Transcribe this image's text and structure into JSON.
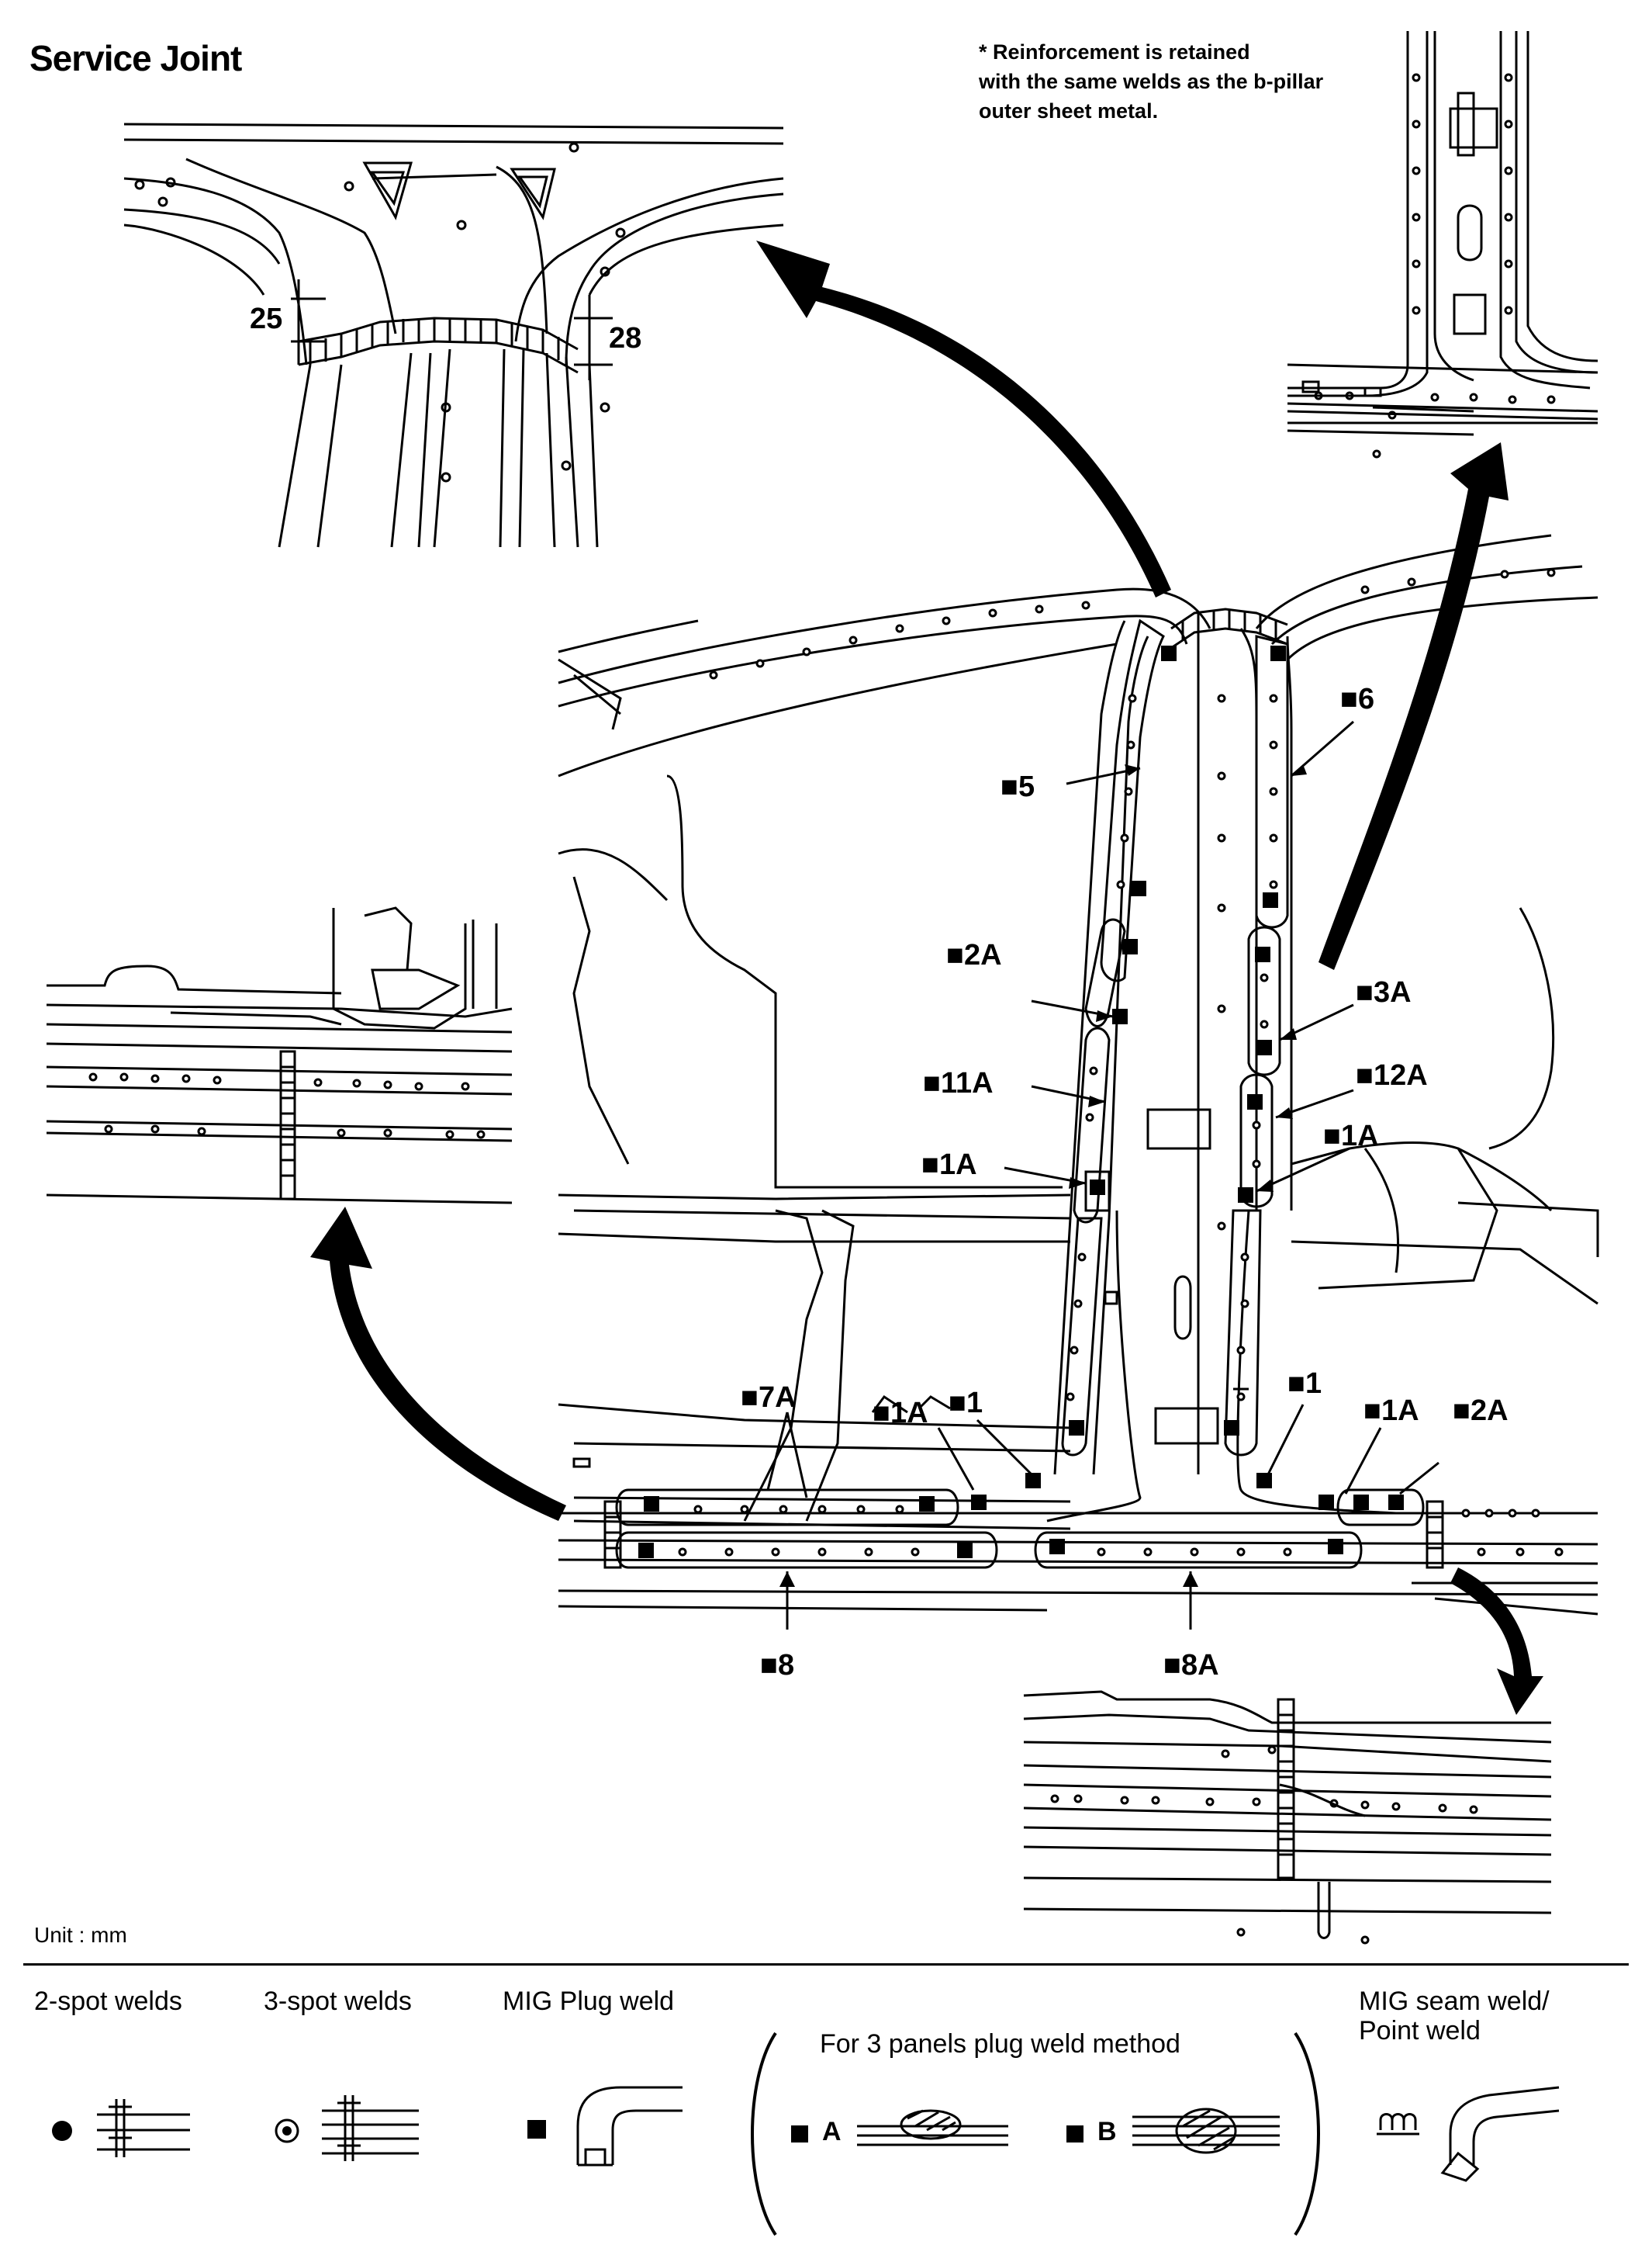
{
  "title": "Service Joint",
  "note": [
    "* Reinforcement is retained",
    "with the same welds as the b-pillar",
    "outer sheet metal."
  ],
  "unit": "Unit : mm",
  "dimensions": {
    "left": "25",
    "right": "28"
  },
  "weld_labels": {
    "w5": "5",
    "w6": "6",
    "w2a_upper": "2A",
    "w3a": "3A",
    "w11a": "11A",
    "w12a": "12A",
    "w1a_left": "1A",
    "w1a_right": "1A",
    "w7a": "7A",
    "w1a_bottom_left": "1A",
    "w1_left": "1",
    "w1_right": "1",
    "w1a_bottom_right": "1A",
    "w2a_lower": "2A",
    "w8": "8",
    "w8a": "8A"
  },
  "legend": {
    "two_spot": "2-spot welds",
    "three_spot": "3-spot welds",
    "mig_plug": "MIG Plug weld",
    "three_panels": "For 3 panels plug weld method",
    "method_a": "A",
    "method_b": "B",
    "mig_seam_1": "MIG seam weld/",
    "mig_seam_2": "Point weld"
  }
}
